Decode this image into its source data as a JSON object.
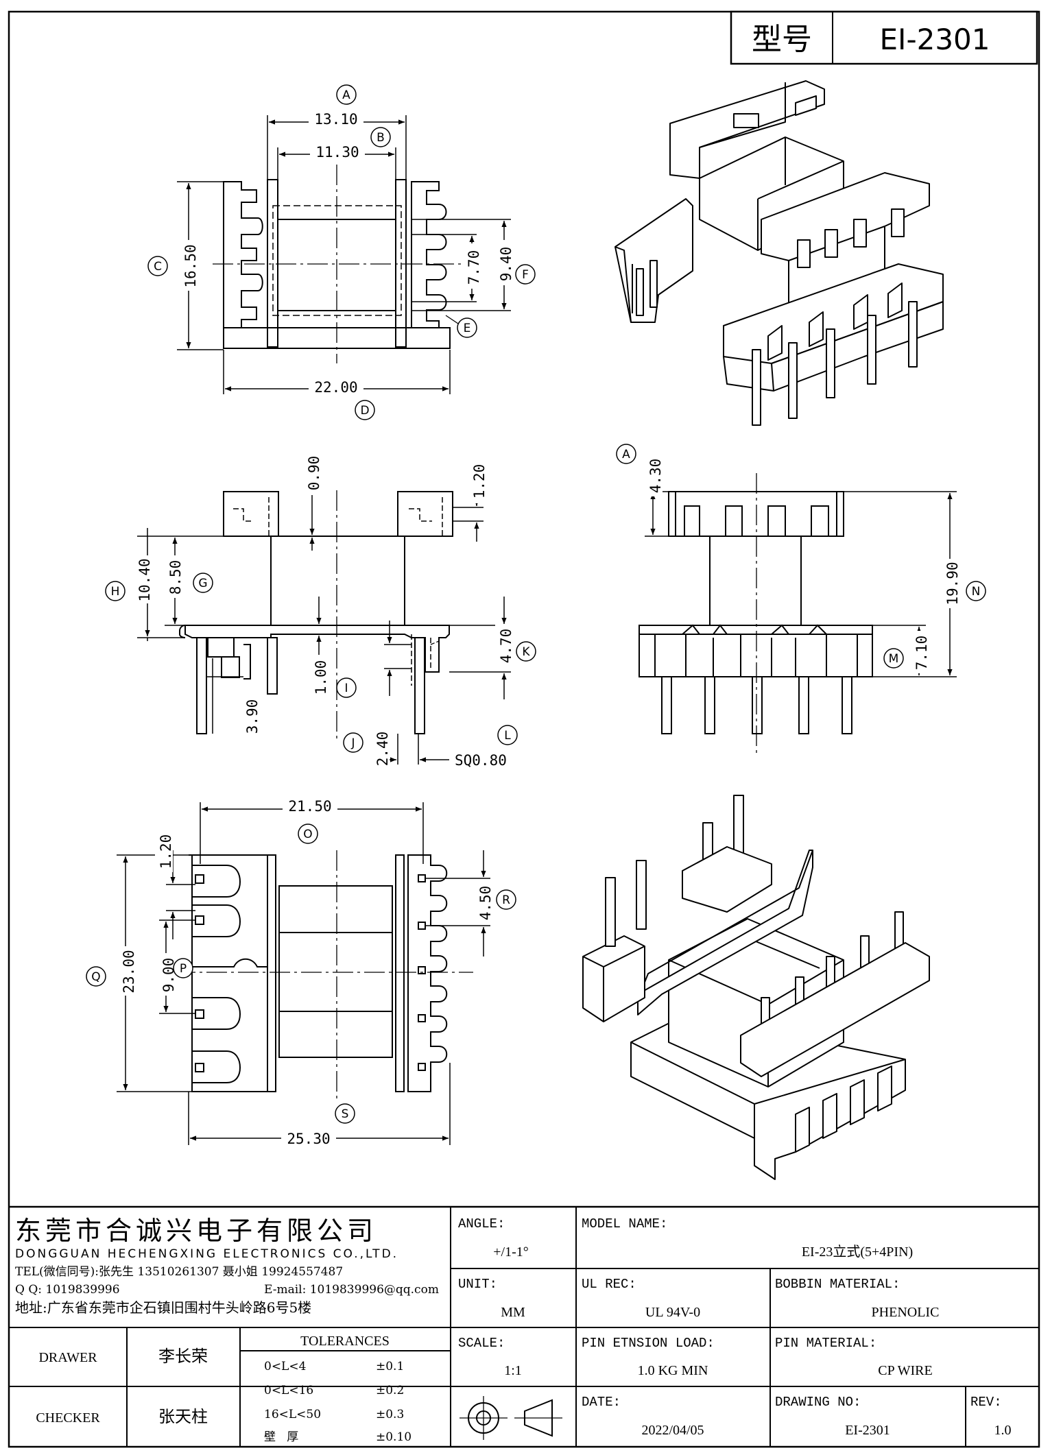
{
  "model_box": {
    "label": "型号",
    "value": "EI-2301"
  },
  "dimensions": {
    "top_view": {
      "A": "13.10",
      "B": "11.30",
      "C": "16.50",
      "F": "9.40",
      "E": "7.70",
      "D": "22.00"
    },
    "front_view": {
      "top_slot": "0.90",
      "top_right": "1.20",
      "H": "10.40",
      "G": "8.50",
      "K": "4.70",
      "I": "1.00",
      "pin_small": "3.90",
      "J": "2.40",
      "L": "SQ0.80"
    },
    "side_view": {
      "A": "4.30",
      "N": "19.90",
      "M": "7.10"
    },
    "bottom_view": {
      "O": "21.50",
      "pitch_top": "1.20",
      "R": "4.50",
      "Q": "23.00",
      "P": "9.00",
      "S": "25.30"
    }
  },
  "balloons": {
    "A": "A",
    "B": "B",
    "C": "C",
    "D": "D",
    "E": "E",
    "F": "F",
    "G": "G",
    "H": "H",
    "I": "I",
    "J": "J",
    "K": "K",
    "L": "L",
    "M": "M",
    "N": "N",
    "O": "O",
    "P": "P",
    "Q": "Q",
    "R": "R",
    "S": "S"
  },
  "company": {
    "name_cn": "东莞市合诚兴电子有限公司",
    "name_en": "DONGGUAN HECHENGXING ELECTRONICS CO.,LTD.",
    "tel": "TEL(微信同号):张先生 13510261307 聂小姐 19924557487",
    "qq": "Q Q: 1019839996",
    "email": "E-mail: 1019839996@qq.com",
    "address": "地址:广东省东莞市企石镇旧围村牛头岭路6号5楼"
  },
  "title_block": {
    "angle_label": "ANGLE:",
    "angle_value": "+/1-1°",
    "model_name_label": "MODEL NAME:",
    "model_name_value": "EI-23立式(5+4PIN)",
    "unit_label": "UNIT:",
    "unit_value": "MM",
    "ul_label": "UL REC:",
    "ul_value": "UL 94V-0",
    "bobbin_label": "BOBBIN MATERIAL:",
    "bobbin_value": "PHENOLIC",
    "scale_label": "SCALE:",
    "scale_value": "1:1",
    "pin_load_label": "PIN ETNSION LOAD:",
    "pin_load_value": "1.0 KG MIN",
    "pin_mat_label": "PIN MATERIAL:",
    "pin_mat_value": "CP WIRE",
    "date_label": "DATE:",
    "date_value": "2022/04/05",
    "drawing_no_label": "DRAWING NO:",
    "drawing_no_value": "EI-2301",
    "rev_label": "REV:",
    "rev_value": "1.0",
    "drawer_label": "DRAWER",
    "drawer_value": "李长荣",
    "checker_label": "CHECKER",
    "checker_value": "张天柱",
    "tolerances_label": "TOLERANCES",
    "tolerances": [
      {
        "range": "0<L<4",
        "value": "±0.1"
      },
      {
        "range": "0<L<16",
        "value": "±0.2"
      },
      {
        "range": "16<L<50",
        "value": "±0.3"
      },
      {
        "range": "壁   厚",
        "value": "±0.10"
      }
    ]
  }
}
